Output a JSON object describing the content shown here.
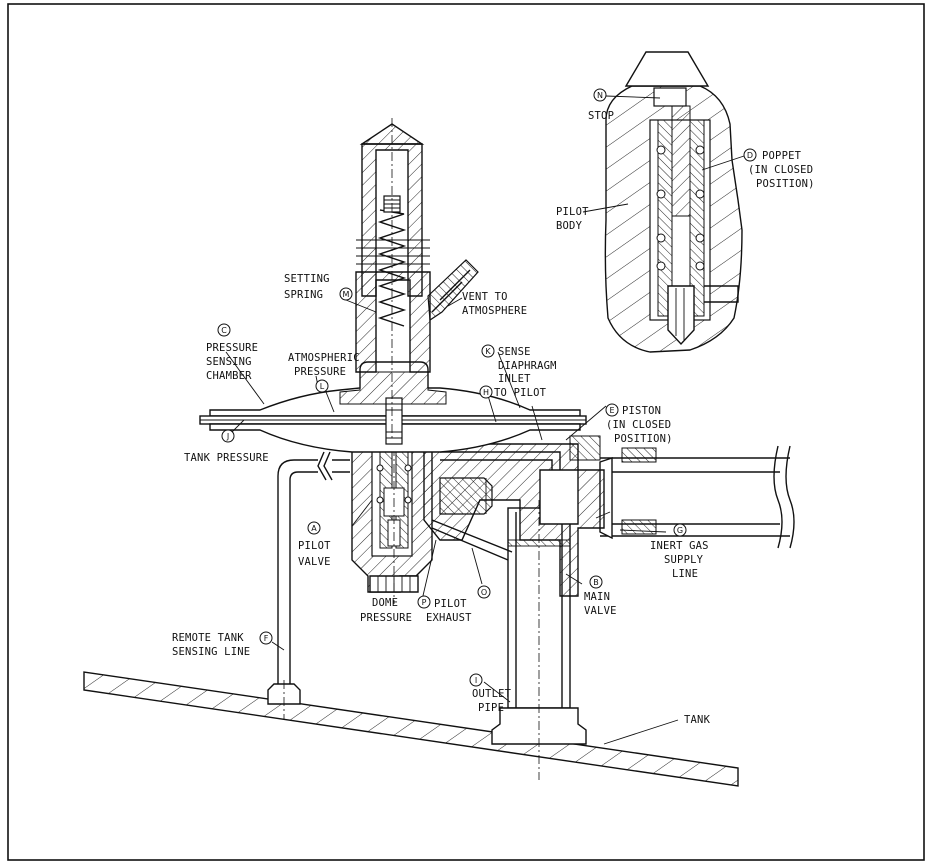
{
  "labels": {
    "stop": "STOP",
    "poppet_1": "POPPET",
    "poppet_2": "(IN CLOSED",
    "poppet_3": "POSITION)",
    "pilot_body_1": "PILOT",
    "pilot_body_2": "BODY",
    "setting_spring_1": "SETTING",
    "setting_spring_2": "SPRING",
    "vent_1": "VENT TO",
    "vent_2": "ATMOSPHERE",
    "pressure_sensing_1": "PRESSURE",
    "pressure_sensing_2": "SENSING",
    "pressure_sensing_3": "CHAMBER",
    "atmospheric_1": "ATMOSPHERIC",
    "atmospheric_2": "PRESSURE",
    "sense_diaphragm_1": "SENSE",
    "sense_diaphragm_2": "DIAPHRAGM",
    "inlet_1": "INLET",
    "inlet_2": "TO PILOT",
    "piston_1": "PISTON",
    "piston_2": "(IN CLOSED",
    "piston_3": "POSITION)",
    "tank_pressure": "TANK PRESSURE",
    "pilot_valve_1": "PILOT",
    "pilot_valve_2": "VALVE",
    "inert_gas_1": "INERT GAS",
    "inert_gas_2": "SUPPLY",
    "inert_gas_3": "LINE",
    "dome_pressure_1": "DOME",
    "dome_pressure_2": "PRESSURE",
    "pilot_exhaust_1": "PILOT",
    "pilot_exhaust_2": "EXHAUST",
    "main_valve_1": "MAIN",
    "main_valve_2": "VALVE",
    "remote_sensing_1": "REMOTE TANK",
    "remote_sensing_2": "SENSING LINE",
    "outlet_pipe_1": "OUTLET",
    "outlet_pipe_2": "PIPE",
    "tank": "TANK"
  },
  "markers": {
    "N": "N",
    "D": "D",
    "M": "M",
    "C": "C",
    "K": "K",
    "L": "L",
    "H": "H",
    "E": "E",
    "J": "J",
    "A": "A",
    "G": "G",
    "P": "P",
    "O": "O",
    "B": "B",
    "F": "F",
    "I": "I"
  }
}
